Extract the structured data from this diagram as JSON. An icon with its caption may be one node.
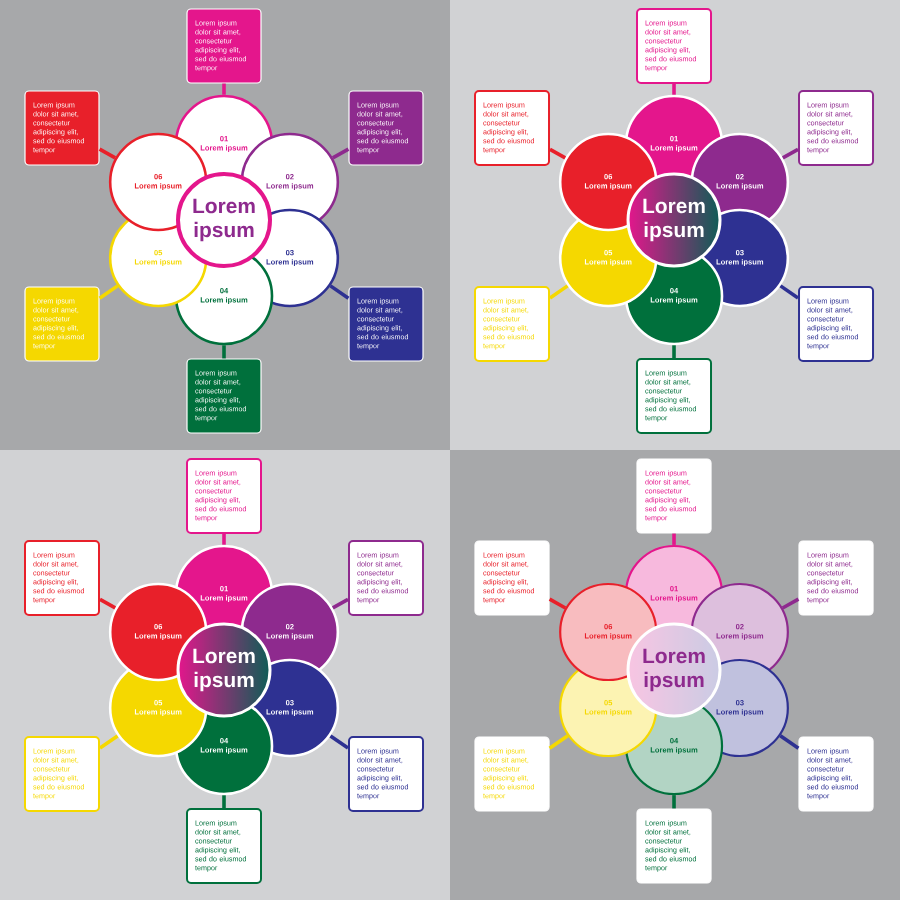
{
  "diagram": {
    "nodes": [
      {
        "text": [
          "Lorem ipsum"
        ]
      },
      {
        "text": [
          "01",
          "Lorem ipsum"
        ]
      },
      {
        "text": [
          "02",
          "Lorem ipsum"
        ]
      },
      {
        "text": [
          "03",
          "Lorem ipsum"
        ]
      },
      {
        "text": [
          "04",
          "Lorem ipsum"
        ]
      },
      {
        "text": [
          "05",
          "Lorem ipsum"
        ]
      },
      {
        "text": [
          "06",
          "Lorem ipsum"
        ]
      },
      {
        "text": [
          "Lorem ipsum dolor sit amet, consectetur adipiscing elit, sed do eiusmod tempor"
        ]
      },
      {
        "text": [
          "Lorem ipsum dolor sit amet, consectetur adipiscing elit, sed do eiusmod tempor"
        ]
      },
      {
        "text": [
          "Lorem ipsum dolor sit amet, consectetur adipiscing elit, sed do eiusmod tempor"
        ]
      },
      {
        "text": [
          "Lorem ipsum dolor sit amet, consectetur adipiscing elit, sed do eiusmod tempor"
        ]
      },
      {
        "text": [
          "Lorem ipsum dolor sit amet, consectetur adipiscing elit, sed do eiusmod tempor"
        ]
      },
      {
        "text": [
          "Lorem ipsum dolor sit amet, consectetur adipiscing elit, sed do eiusmod tempor"
        ]
      },
      {
        "text": [
          "Lorem ipsum"
        ]
      },
      {
        "text": [
          "01",
          "Lorem ipsum"
        ]
      },
      {
        "text": [
          "02",
          "Lorem ipsum"
        ]
      },
      {
        "text": [
          "03",
          "Lorem ipsum"
        ]
      },
      {
        "text": [
          "04",
          "Lorem ipsum"
        ]
      },
      {
        "text": [
          "05",
          "Lorem ipsum"
        ]
      },
      {
        "text": [
          "06",
          "Lorem ipsum"
        ]
      },
      {
        "text": [
          "Lorem ipsum dolor sit amet, consectetur adipiscing elit, sed do eiusmod tempor"
        ]
      },
      {
        "text": [
          "Lorem ipsum dolor sit amet, consectetur adipiscing elit, sed do eiusmod tempor"
        ]
      },
      {
        "text": [
          "Lorem ipsum dolor sit amet, consectetur adipiscing elit, sed do eiusmod tempor"
        ]
      },
      {
        "text": [
          "Lorem ipsum dolor sit amet, consectetur adipiscing elit, sed do eiusmod tempor"
        ]
      },
      {
        "text": [
          "Lorem ipsum dolor sit amet, consectetur adipiscing elit, sed do eiusmod tempor"
        ]
      },
      {
        "text": [
          "Lorem ipsum dolor sit amet, consectetur adipiscing elit, sed do eiusmod tempor"
        ]
      },
      {
        "text": [
          "Lorem ipsum"
        ]
      },
      {
        "text": [
          "01",
          "Lorem ipsum"
        ]
      },
      {
        "text": [
          "02",
          "Lorem ipsum"
        ]
      },
      {
        "text": [
          "03",
          "Lorem ipsum"
        ]
      },
      {
        "text": [
          "04",
          "Lorem ipsum"
        ]
      },
      {
        "text": [
          "05",
          "Lorem ipsum"
        ]
      },
      {
        "text": [
          "06",
          "Lorem ipsum"
        ]
      },
      {
        "text": [
          "Lorem ipsum dolor sit amet, consectetur adipiscing elit, sed do eiusmod tempor"
        ]
      },
      {
        "text": [
          "Lorem ipsum dolor sit amet, consectetur adipiscing elit, sed do eiusmod tempor"
        ]
      },
      {
        "text": [
          "Lorem ipsum dolor sit amet, consectetur adipiscing elit, sed do eiusmod tempor"
        ]
      },
      {
        "text": [
          "Lorem ipsum dolor sit amet, consectetur adipiscing elit, sed do eiusmod tempor"
        ]
      },
      {
        "text": [
          "Lorem ipsum dolor sit amet, consectetur adipiscing elit, sed do eiusmod tempor"
        ]
      },
      {
        "text": [
          "Lorem ipsum dolor sit amet, consectetur adipiscing elit, sed do eiusmod tempor"
        ]
      },
      {
        "text": [
          "Lorem ipsum"
        ]
      },
      {
        "text": [
          "01",
          "Lorem ipsum"
        ]
      },
      {
        "text": [
          "02",
          "Lorem ipsum"
        ]
      },
      {
        "text": [
          "03",
          "Lorem ipsum"
        ]
      },
      {
        "text": [
          "04",
          "Lorem ipsum"
        ]
      },
      {
        "text": [
          "05",
          "Lorem ipsum"
        ]
      },
      {
        "text": [
          "06",
          "Lorem ipsum"
        ]
      },
      {
        "text": [
          "Lorem ipsum dolor sit amet, consectetur adipiscing elit, sed do eiusmod tempor"
        ]
      },
      {
        "text": [
          "Lorem ipsum dolor sit amet, consectetur adipiscing elit, sed do eiusmod tempor"
        ]
      },
      {
        "text": [
          "Lorem ipsum dolor sit amet, consectetur adipiscing elit, sed do eiusmod tempor"
        ]
      },
      {
        "text": [
          "Lorem ipsum dolor sit amet, consectetur adipiscing elit, sed do eiusmod tempor"
        ]
      },
      {
        "text": [
          "Lorem ipsum dolor sit amet, consectetur adipiscing elit, sed do eiusmod tempor"
        ]
      },
      {
        "text": [
          "Lorem ipsum dolor sit amet, consectetur adipiscing elit, sed do eiusmod tempor"
        ]
      }
    ],
    "edges": [
      {
        "from": 7,
        "to": 1,
        "arrow": "none",
        "color": "#e4168c"
      },
      {
        "from": 8,
        "to": 2,
        "arrow": "none",
        "color": "#8e2a8e"
      },
      {
        "from": 9,
        "to": 3,
        "arrow": "none",
        "color": "#2e3192"
      },
      {
        "from": 10,
        "to": 4,
        "arrow": "none",
        "color": "#00703c"
      },
      {
        "from": 11,
        "to": 5,
        "arrow": "none",
        "color": "#f5d800"
      },
      {
        "from": 12,
        "to": 6,
        "arrow": "none",
        "color": "#e8202a"
      },
      {
        "from": 20,
        "to": 14,
        "arrow": "none",
        "color": "#e4168c"
      },
      {
        "from": 21,
        "to": 15,
        "arrow": "none",
        "color": "#8e2a8e"
      },
      {
        "from": 22,
        "to": 16,
        "arrow": "none",
        "color": "#2e3192"
      },
      {
        "from": 23,
        "to": 17,
        "arrow": "none",
        "color": "#00703c"
      },
      {
        "from": 24,
        "to": 18,
        "arrow": "none",
        "color": "#f5d800"
      },
      {
        "from": 25,
        "to": 19,
        "arrow": "none",
        "color": "#e8202a"
      },
      {
        "from": 33,
        "to": 27,
        "arrow": "none",
        "color": "#e4168c"
      },
      {
        "from": 34,
        "to": 28,
        "arrow": "none",
        "color": "#8e2a8e"
      },
      {
        "from": 35,
        "to": 29,
        "arrow": "none",
        "color": "#2e3192"
      },
      {
        "from": 36,
        "to": 30,
        "arrow": "none",
        "color": "#00703c"
      },
      {
        "from": 37,
        "to": 31,
        "arrow": "none",
        "color": "#f5d800"
      },
      {
        "from": 38,
        "to": 32,
        "arrow": "none",
        "color": "#e8202a"
      },
      {
        "from": 46,
        "to": 40,
        "arrow": "none",
        "color": "#e4168c"
      },
      {
        "from": 47,
        "to": 41,
        "arrow": "none",
        "color": "#8e2a8e"
      },
      {
        "from": 48,
        "to": 42,
        "arrow": "none",
        "color": "#2e3192"
      },
      {
        "from": 49,
        "to": 43,
        "arrow": "none",
        "color": "#00703c"
      },
      {
        "from": 50,
        "to": 44,
        "arrow": "none",
        "color": "#f5d800"
      },
      {
        "from": 51,
        "to": 45,
        "arrow": "none",
        "color": "#e8202a"
      }
    ]
  }
}
